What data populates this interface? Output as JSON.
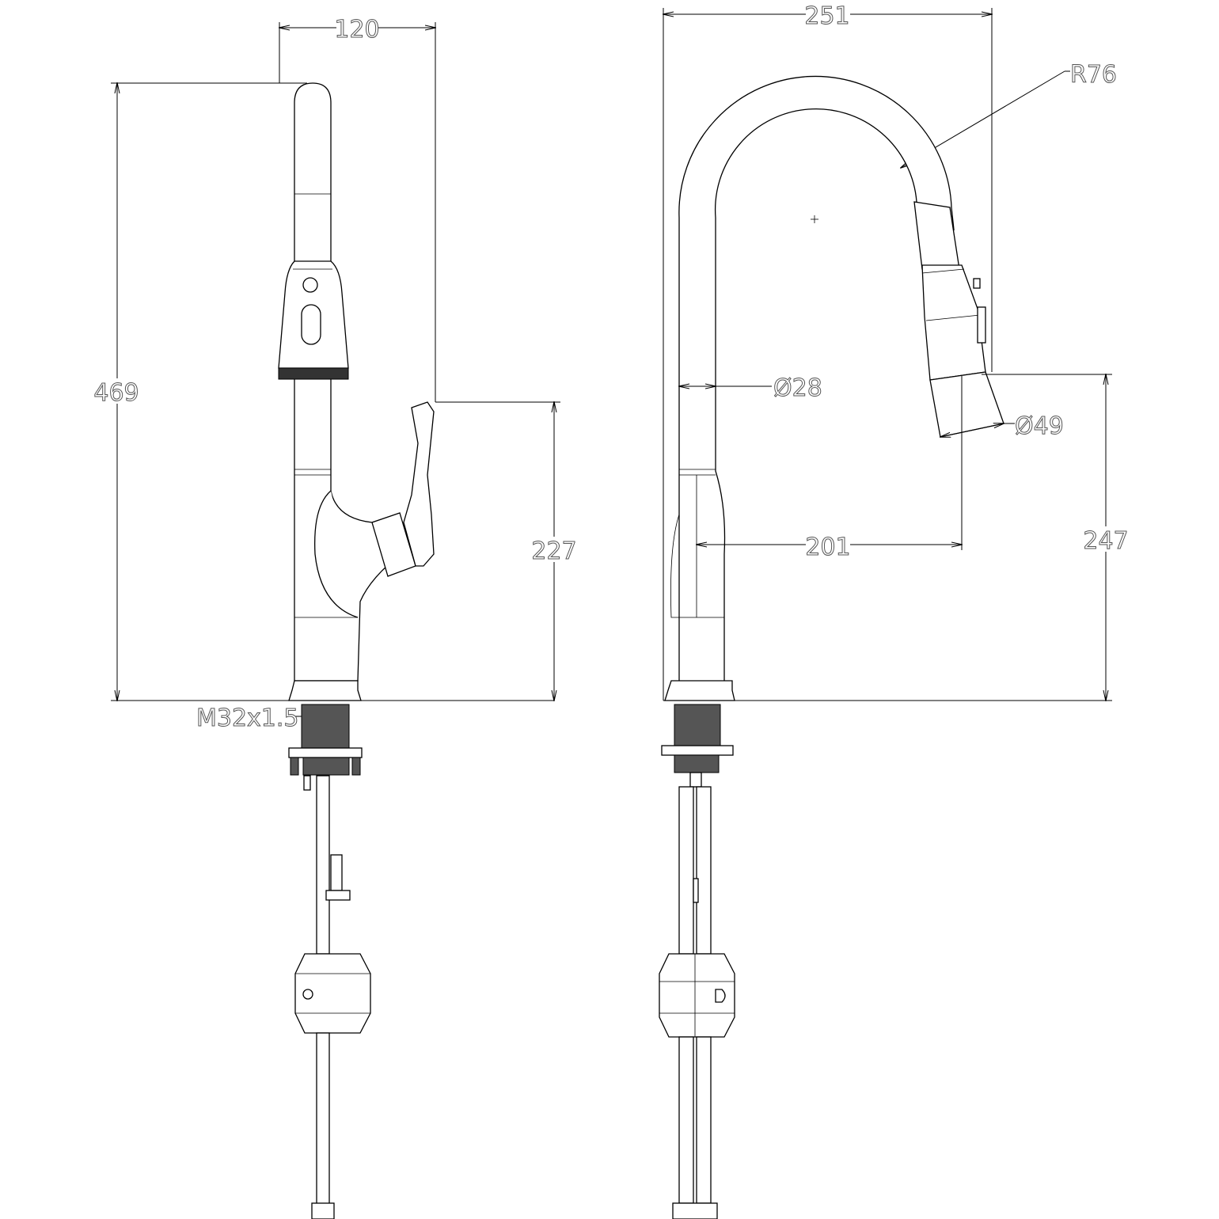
{
  "drawing": {
    "front_view": {
      "width_dim": "120",
      "height_dim": "469",
      "handle_height_dim": "227",
      "thread_label": "M32x1.5"
    },
    "side_view": {
      "reach_dim": "251",
      "radius_dim": "R76",
      "tube_diameter_dim": "Ø28",
      "spray_diameter_dim": "Ø49",
      "spout_reach_dim": "201",
      "spout_height_dim": "247"
    }
  }
}
